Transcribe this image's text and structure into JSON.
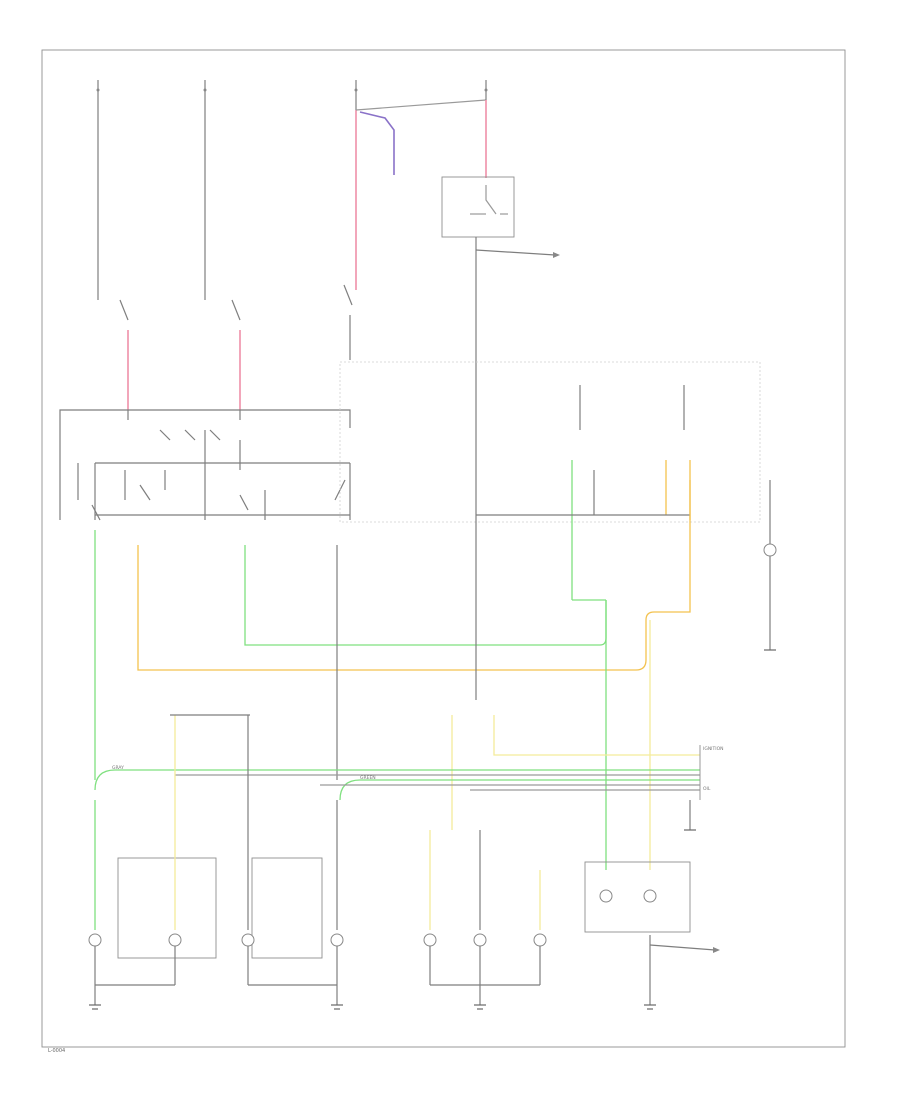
{
  "footer": {
    "code": "L-0004"
  },
  "labels": {
    "gray": "GRAY",
    "green": "GREEN",
    "ignition": "IGNITION",
    "oil": "OIL"
  },
  "colors": {
    "wire_black": "#7e7e7e",
    "wire_green": "#7fe07f",
    "wire_yellow": "#f3c24f",
    "wire_pink": "#ee8fa8",
    "wire_purple": "#8a72c8"
  }
}
